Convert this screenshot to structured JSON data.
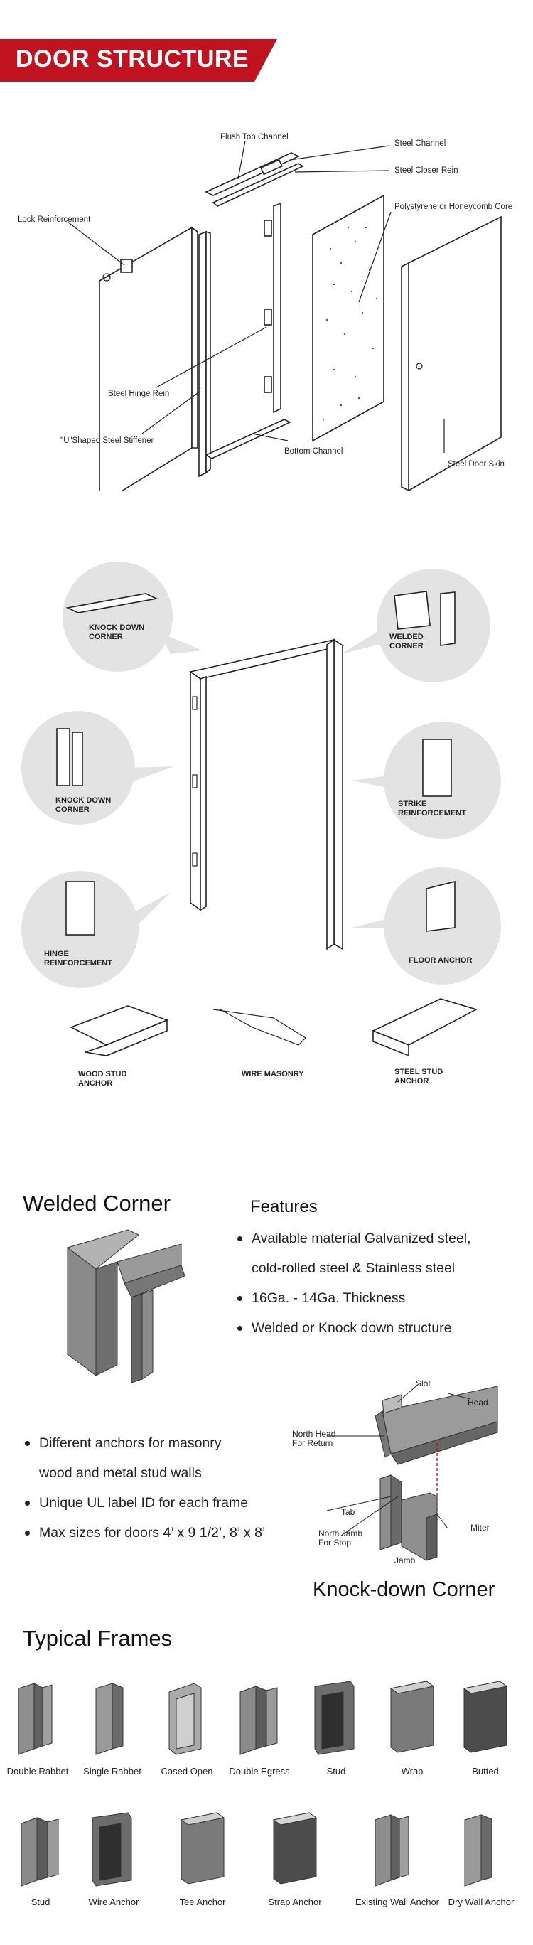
{
  "banner": {
    "title": "DOOR STRUCTURE",
    "color": "#c1121f"
  },
  "exploded_labels": {
    "flush_top_channel": "Flush Top Channel",
    "steel_channel": "Steel Channel",
    "steel_closer_rein": "Steel Closer Rein",
    "core": "Polystyrene or Honeycomb Core",
    "lock_reinforcement": "Lock Reinforcement",
    "steel_hinge_rein": "Steel Hinge Rein",
    "stiffener": "\"U\"Shaped Steel Stiffener",
    "bottom_channel": "Bottom Channel",
    "steel_door_skin": "Steel Door Skin"
  },
  "frame_callouts": {
    "knock_down_corner_top": "KNOCK DOWN CORNER",
    "welded_corner": "WELDED CORNER",
    "knock_down_corner_left": "KNOCK DOWN CORNER",
    "strike_reinforcement": "STRIKE REINFORCEMENT",
    "hinge_reinforcement": "HINGE REINFORCEMENT",
    "floor_anchor": "FLOOR ANCHOR",
    "wood_stud_anchor": "WOOD STUD ANCHOR",
    "wire_masonry": "WIRE MASONRY",
    "steel_stud_anchor": "STEEL STUD ANCHOR"
  },
  "welded_corner": {
    "title": "Welded Corner",
    "features_title": "Features",
    "features": [
      "Available material Galvanized steel,",
      "cold-rolled steel & Stainless steel",
      "16Ga. - 14Ga. Thickness",
      "Welded or Knock down structure"
    ]
  },
  "knockdown": {
    "bullets": [
      "Different anchors for masonry",
      "wood and metal stud walls",
      "Unique UL label ID for each frame",
      "Max sizes for doors 4’ x 9 1/2’,  8’ x 8’"
    ],
    "title": "Knock-down Corner",
    "labels": {
      "slot": "Slot",
      "head": "Head",
      "north_head": "North Head",
      "for_return": "For Return",
      "tab": "Tab",
      "north_jamb": "North Jamb",
      "for_stop": "For Stop",
      "miter": "Miter",
      "jamb": "Jamb"
    }
  },
  "typical_frames": {
    "title": "Typical Frames",
    "row1": [
      "Double Rabbet",
      "Single Rabbet",
      "Cased Open",
      "Double Egress",
      "Stud",
      "Wrap",
      "Butted"
    ],
    "row2": [
      "Stud",
      "Wire Anchor",
      "Tee Anchor",
      "Strap Anchor",
      "Existing Wall Anchor",
      "Dry Wall Anchor"
    ]
  }
}
